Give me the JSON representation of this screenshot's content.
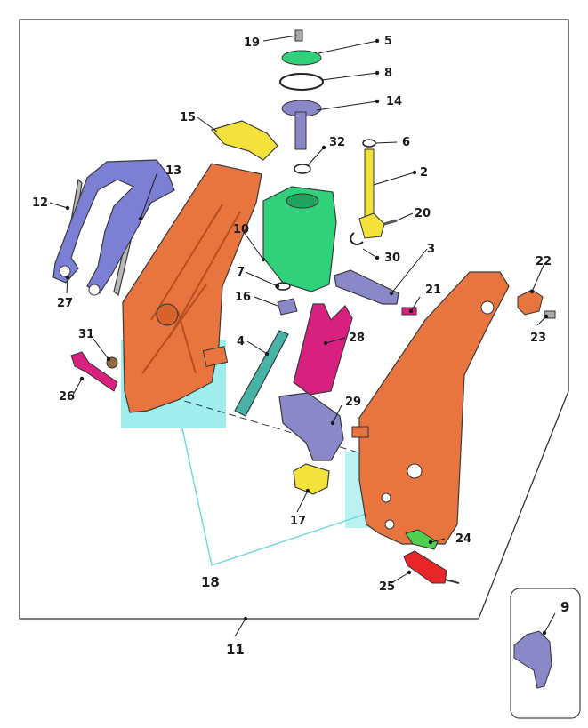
{
  "diagram": {
    "main_assembly_label": "11",
    "group_label": "18",
    "inset_label": "9",
    "part_labels": [
      "19",
      "5",
      "8",
      "14",
      "15",
      "32",
      "6",
      "2",
      "12",
      "13",
      "20",
      "10",
      "30",
      "3",
      "7",
      "27",
      "16",
      "21",
      "22",
      "31",
      "4",
      "28",
      "23",
      "26",
      "29",
      "17",
      "24",
      "25"
    ]
  },
  "colors": {
    "orange": "#e8743f",
    "green": "#2fd17a",
    "blue": "#7b7fd6",
    "yellow": "#f2e23a",
    "magenta": "#d8207e",
    "cyan": "#7fe8e8",
    "red": "#e8262a",
    "lightgreen": "#4fd04f",
    "teal": "#47b3a6",
    "purple_grey": "#8a88c8"
  }
}
